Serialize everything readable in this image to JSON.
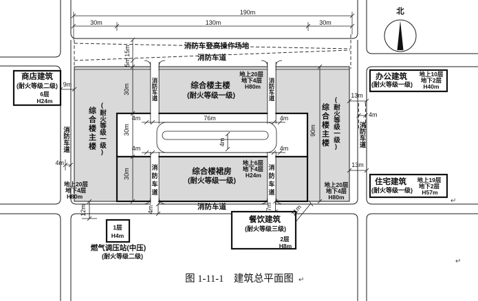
{
  "caption": "图 1-11-1　建筑总平面图",
  "return_mark": "↵",
  "compass": {
    "north_label": "北"
  },
  "colors": {
    "building_fill": "#d9d9d9",
    "line": "#1a1a1a"
  },
  "labels": {
    "fire_lane": "消防车道",
    "hl_operation_area": "消防车登高操作场地"
  },
  "buildings": {
    "tower": {
      "name": "综合楼主楼",
      "rating": "(耐火等级一级)",
      "above": "地上20层",
      "below": "地下4层",
      "height": "H80m"
    },
    "podium": {
      "name": "综合楼裙房",
      "rating": "(耐火等级一级)",
      "above": "地上6层",
      "below": "地下4层",
      "height": "H24m"
    },
    "shop": {
      "name": "商店建筑",
      "rating": "(耐火等级二级)",
      "floors": "6层",
      "height": "H24m"
    },
    "office": {
      "name": "办公建筑",
      "rating": "(耐火等级一级)",
      "above": "地上10层",
      "below": "地下2层",
      "height": "H40m"
    },
    "residence": {
      "name": "住宅建筑",
      "rating": "(耐火等级一级)",
      "above": "地上19层",
      "below": "地下2层",
      "height": "H57m"
    },
    "restaurant": {
      "name": "餐饮建筑",
      "rating": "(耐火等级三级)",
      "floors": "2层",
      "height": "H8m"
    },
    "gas": {
      "name": "燃气调压站(中压)",
      "rating": "(耐火等级二级)",
      "floors": "1层",
      "height": "H4m"
    }
  },
  "dims": {
    "total": "190m",
    "left30": "30m",
    "mid130": "130m",
    "right30": "30m",
    "d15": "15m",
    "d5": "5m",
    "tower30": "30m",
    "court30": "30m",
    "podium30": "30m",
    "c4a": "4m",
    "c76": "76m",
    "c4b": "4m",
    "c4mid": "4m",
    "c4c": "4m",
    "c4d": "4m",
    "right90": "90m",
    "shop9": "9m",
    "road4l": "4m",
    "office13": "13m",
    "road4r": "4m",
    "res13": "13m",
    "gas12": "12m",
    "lane4": "4m",
    "rest7": "7m",
    "diag11": "11m"
  }
}
